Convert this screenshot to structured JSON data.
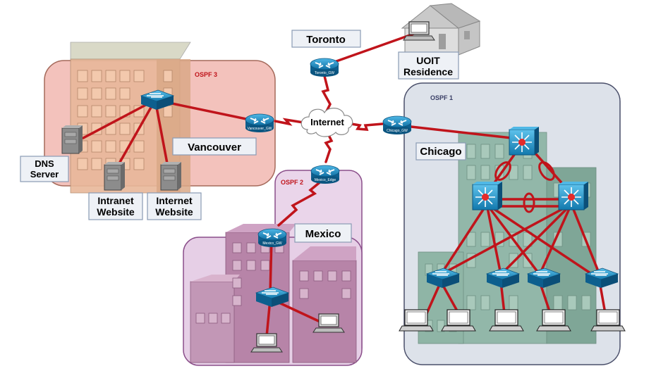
{
  "diagram": {
    "labels": {
      "toronto": "Toronto",
      "uoit_residence_line1": "UOIT",
      "uoit_residence_line2": "Residence",
      "vancouver": "Vancouver",
      "mexico": "Mexico",
      "chicago": "Chicago",
      "internet": "Internet",
      "dns_line1": "DNS",
      "dns_line2": "Server",
      "intranet_line1": "Intranet",
      "intranet_line2": "Website",
      "internet_web_line1": "Internet",
      "internet_web_line2": "Website"
    },
    "areas": {
      "ospf3": "OSPF 3",
      "ospf2": "OSPF 2",
      "ospf1": "OSPF 1"
    },
    "routers": {
      "toronto_gw": "Toronto_GW",
      "vancouver_gw": "Vancouver_GW",
      "chicago_gw": "Chicago_GW",
      "mexico_edge": "Mexico_Edge",
      "mexico_gw": "Mexico_GW"
    },
    "colors": {
      "link": "#c0141b",
      "router_blue": "#1a8fc9",
      "ospf3_fill": "#f1b9b3",
      "ospf3_stroke": "#9c5a4a",
      "ospf2_fill": "#e6cfe6",
      "ospf2_stroke": "#8a4e8a",
      "ospf1_fill": "#dde2ea",
      "ospf1_stroke": "#4a4f6a",
      "ospf_label_red": "#c0141b",
      "ospf_label_dark": "#3a3f66"
    }
  }
}
